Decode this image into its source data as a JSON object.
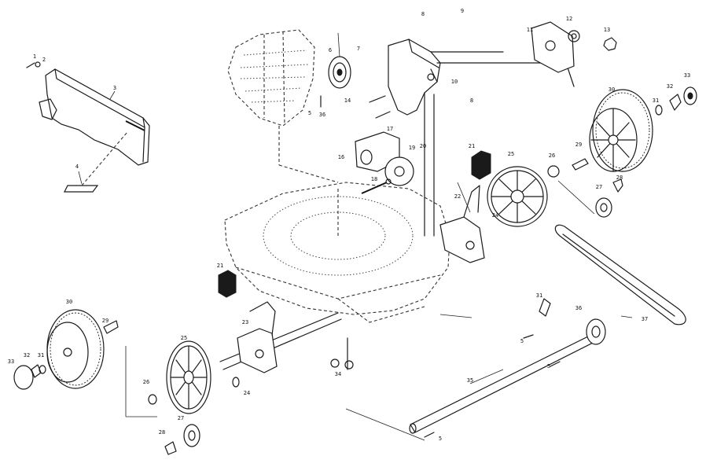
{
  "diagram": {
    "callouts": [
      {
        "id": "c1",
        "text": "1"
      },
      {
        "id": "c2",
        "text": "2"
      },
      {
        "id": "c3",
        "text": "3"
      },
      {
        "id": "c4",
        "text": "4"
      },
      {
        "id": "c5a",
        "text": "5"
      },
      {
        "id": "c5b",
        "text": "5"
      },
      {
        "id": "c5c",
        "text": "5"
      },
      {
        "id": "c5d",
        "text": "5"
      },
      {
        "id": "c6",
        "text": "6"
      },
      {
        "id": "c7",
        "text": "7"
      },
      {
        "id": "c8a",
        "text": "8"
      },
      {
        "id": "c8b",
        "text": "8"
      },
      {
        "id": "c9",
        "text": "9"
      },
      {
        "id": "c10",
        "text": "10"
      },
      {
        "id": "c11",
        "text": "11"
      },
      {
        "id": "c12",
        "text": "12"
      },
      {
        "id": "c13",
        "text": "13"
      },
      {
        "id": "c14",
        "text": "14"
      },
      {
        "id": "c16",
        "text": "16"
      },
      {
        "id": "c17",
        "text": "17"
      },
      {
        "id": "c18",
        "text": "18"
      },
      {
        "id": "c19",
        "text": "19"
      },
      {
        "id": "c20",
        "text": "20"
      },
      {
        "id": "c21a",
        "text": "21"
      },
      {
        "id": "c21b",
        "text": "21"
      },
      {
        "id": "c22",
        "text": "22"
      },
      {
        "id": "c23",
        "text": "23"
      },
      {
        "id": "c24a",
        "text": "24"
      },
      {
        "id": "c24b",
        "text": "24"
      },
      {
        "id": "c25a",
        "text": "25"
      },
      {
        "id": "c25b",
        "text": "25"
      },
      {
        "id": "c26a",
        "text": "26"
      },
      {
        "id": "c26b",
        "text": "26"
      },
      {
        "id": "c27a",
        "text": "27"
      },
      {
        "id": "c27b",
        "text": "27"
      },
      {
        "id": "c28a",
        "text": "28"
      },
      {
        "id": "c28b",
        "text": "28"
      },
      {
        "id": "c29a",
        "text": "29"
      },
      {
        "id": "c29b",
        "text": "29"
      },
      {
        "id": "c30a",
        "text": "30"
      },
      {
        "id": "c30b",
        "text": "30"
      },
      {
        "id": "c31a",
        "text": "31"
      },
      {
        "id": "c31b",
        "text": "31"
      },
      {
        "id": "c31c",
        "text": "31"
      },
      {
        "id": "c32a",
        "text": "32"
      },
      {
        "id": "c32b",
        "text": "32"
      },
      {
        "id": "c33a",
        "text": "33"
      },
      {
        "id": "c33b",
        "text": "33"
      },
      {
        "id": "c34",
        "text": "34"
      },
      {
        "id": "c35",
        "text": "35"
      },
      {
        "id": "c36a",
        "text": "36"
      },
      {
        "id": "c36b",
        "text": "36"
      },
      {
        "id": "c37",
        "text": "37"
      }
    ]
  }
}
